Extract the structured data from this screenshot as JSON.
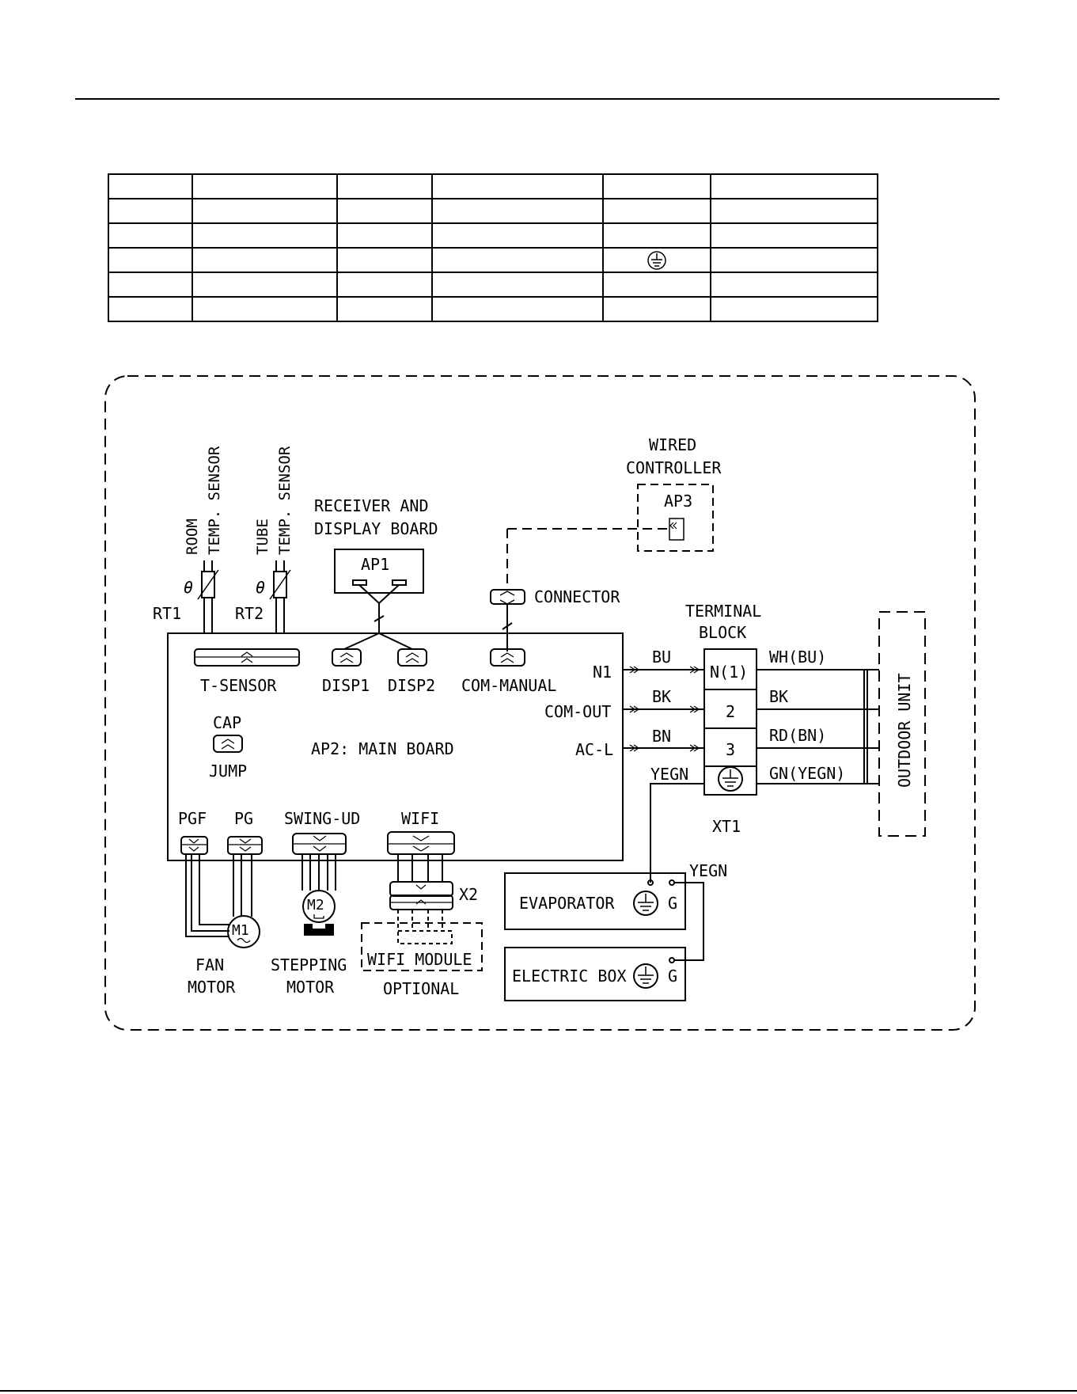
{
  "legend_table": {
    "rows": [
      [
        "",
        "",
        "",
        "",
        "",
        ""
      ],
      [
        "",
        "",
        "",
        "",
        "",
        ""
      ],
      [
        "",
        "",
        "",
        "",
        "",
        ""
      ],
      [
        "",
        "",
        "",
        "",
        "earth-ground-symbol",
        ""
      ],
      [
        "",
        "",
        "",
        "",
        "",
        ""
      ],
      [
        "",
        "",
        "",
        "",
        "",
        ""
      ]
    ]
  },
  "diagram": {
    "sensors": {
      "room_label_1": "ROOM",
      "room_label_2": "TEMP. SENSOR",
      "tube_label_1": "TUBE",
      "tube_label_2": "TEMP. SENSOR",
      "rt1": "RT1",
      "rt2": "RT2",
      "theta": "θ"
    },
    "receiver": {
      "title_1": "RECEIVER AND",
      "title_2": "DISPLAY BOARD",
      "ap1": "AP1"
    },
    "wired_controller": {
      "title_1": "WIRED",
      "title_2": "CONTROLLER",
      "ap3": "AP3"
    },
    "connector_label": "CONNECTOR",
    "main_board": {
      "title": "AP2: MAIN BOARD",
      "t_sensor": "T-SENSOR",
      "disp1": "DISP1",
      "disp2": "DISP2",
      "com_manual": "COM-MANUAL",
      "cap": "CAP",
      "jump": "JUMP",
      "n1": "N1",
      "com_out": "COM-OUT",
      "ac_l": "AC-L",
      "pgf": "PGF",
      "pg": "PG",
      "swing_ud": "SWING-UD",
      "wifi": "WIFI"
    },
    "terminal_block": {
      "title_1": "TERMINAL",
      "title_2": "BLOCK",
      "terminals": [
        "N(1)",
        "2",
        "3"
      ],
      "name": "XT1"
    },
    "wires_left": [
      "BU",
      "BK",
      "BN",
      "YEGN"
    ],
    "wires_right": [
      "WH(BU)",
      "BK",
      "RD(BN)",
      "GN(YEGN)"
    ],
    "outdoor_unit": "OUTDOOR UNIT",
    "fan_motor": {
      "id": "M1",
      "label_1": "FAN",
      "label_2": "MOTOR"
    },
    "stepping_motor": {
      "id": "M2",
      "label_1": "STEPPING",
      "label_2": "MOTOR"
    },
    "wifi_module": {
      "connector": "X2",
      "label": "WIFI MODULE",
      "optional": "OPTIONAL"
    },
    "evaporator": {
      "label": "EVAPORATOR",
      "g": "G"
    },
    "electric_box": {
      "label": "ELECTRIC BOX",
      "g": "G"
    },
    "yegn_label": "YEGN"
  }
}
